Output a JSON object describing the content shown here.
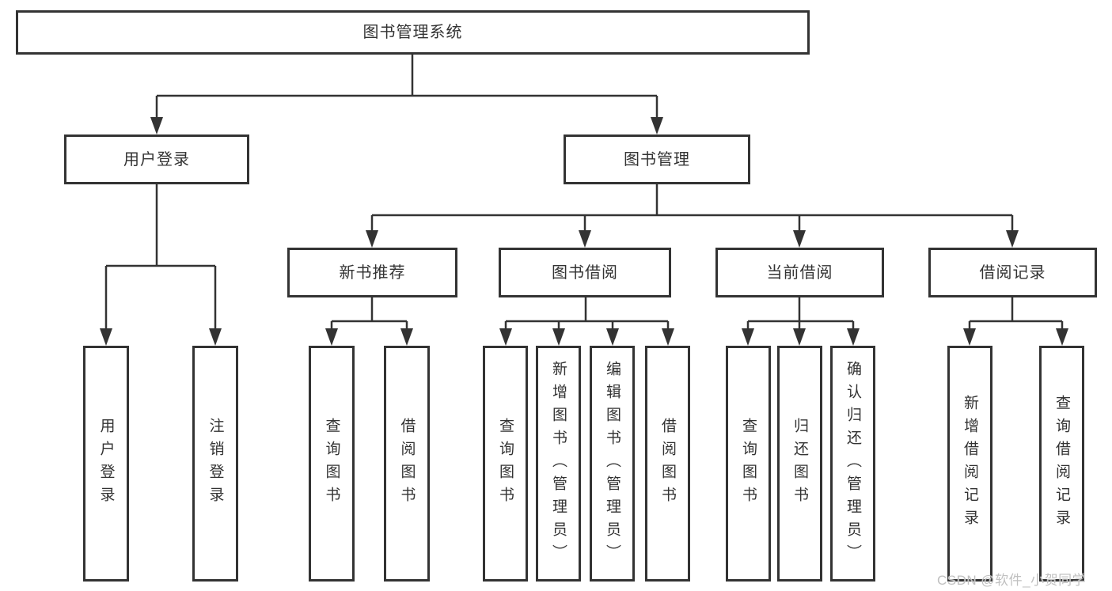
{
  "tree": {
    "root": {
      "label": "图书管理系统"
    },
    "branches": [
      {
        "label": "用户登录",
        "children": [
          {
            "label": "用户登录"
          },
          {
            "label": "注销登录"
          }
        ]
      },
      {
        "label": "图书管理",
        "groups": [
          {
            "label": "新书推荐",
            "children": [
              {
                "label": "查询图书"
              },
              {
                "label": "借阅图书"
              }
            ]
          },
          {
            "label": "图书借阅",
            "children": [
              {
                "label": "查询图书"
              },
              {
                "label": "新增图书（管理员）"
              },
              {
                "label": "编辑图书（管理员）"
              },
              {
                "label": "借阅图书"
              }
            ]
          },
          {
            "label": "当前借阅",
            "children": [
              {
                "label": "查询图书"
              },
              {
                "label": "归还图书"
              },
              {
                "label": "确认归还（管理员）"
              }
            ]
          },
          {
            "label": "借阅记录",
            "children": [
              {
                "label": "新增借阅记录"
              },
              {
                "label": "查询借阅记录"
              }
            ]
          }
        ]
      }
    ]
  },
  "watermark": {
    "text": "CSDN @软件_小贺同学"
  },
  "colors": {
    "line": "#333333",
    "text": "#333333",
    "box_background": "#ffffff",
    "watermark": "#c0c0c0"
  }
}
